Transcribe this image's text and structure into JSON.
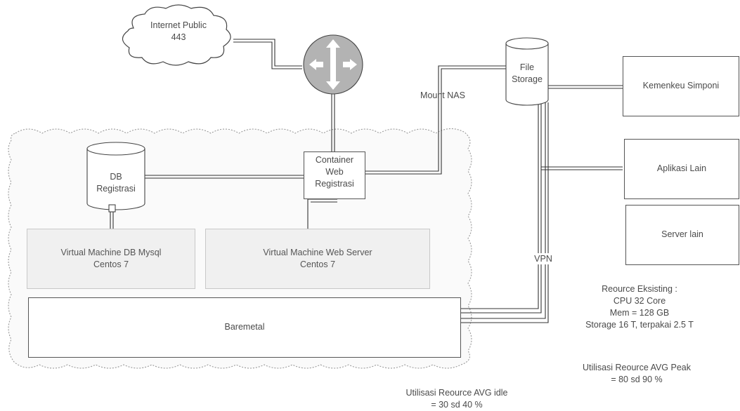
{
  "nodes": {
    "internet": [
      "Internet Public",
      "443"
    ],
    "file_storage": [
      "File",
      "Storage"
    ],
    "kemenkeu": "Kemenkeu Simponi",
    "aplikasi_lain": "Aplikasi Lain",
    "server_lain": "Server lain",
    "db": [
      "DB",
      "Registrasi"
    ],
    "container": [
      "Container",
      "Web",
      "Registrasi"
    ],
    "vm_db": [
      "Virtual Machine DB Mysql",
      "Centos 7"
    ],
    "vm_web": [
      "Virtual Machine Web Server",
      "Centos 7"
    ],
    "baremetal": "Baremetal"
  },
  "labels": {
    "mount_nas": "Mount NAS",
    "vpn": "VPN"
  },
  "notes": {
    "resource_existing": [
      "Reource Eksisting :",
      "CPU 32 Core",
      "Mem = 128 GB",
      "Storage 16 T, terpakai 2.5 T"
    ],
    "util_peak": [
      "Utilisasi Reource AVG Peak",
      "= 80 sd 90 %"
    ],
    "util_idle": [
      "Utilisasi Reource AVG idle",
      "= 30 sd 40 %"
    ]
  },
  "icons": {
    "router": "router-icon",
    "cloud": "cloud-icon",
    "database": "database-cylinder-icon"
  }
}
